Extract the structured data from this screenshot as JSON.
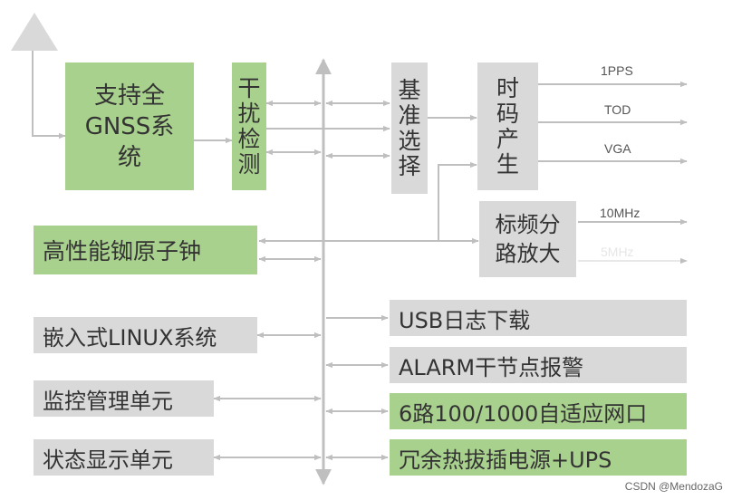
{
  "colors": {
    "green_block": "#a9d18e",
    "gray_block": "#d9d9d9",
    "connector": "#bfbfbf",
    "text": "#333333"
  },
  "icons": {
    "antenna": "antenna-icon"
  },
  "blocks": {
    "gnss": "支持全GNSS系统",
    "interference": "干扰检测",
    "reference": "基准选择",
    "time_gen": "时码产生",
    "freq_amp": "标频分路放大",
    "atomic_clock": "高性能铷原子钟",
    "embedded_linux": "嵌入式LINUX系统",
    "monitor": "监控管理单元",
    "status_display": "状态显示单元",
    "usb_log": "USB日志下载",
    "alarm": "ALARM干节点报警",
    "ethernet": "6路100/1000自适应网口",
    "power": "冗余热拔插电源+UPS"
  },
  "signals": {
    "pps": "1PPS",
    "tod": "TOD",
    "vga": "VGA",
    "mhz10": "10MHz",
    "mhz5": "5MHz"
  },
  "watermark": "CSDN @MendozaG"
}
